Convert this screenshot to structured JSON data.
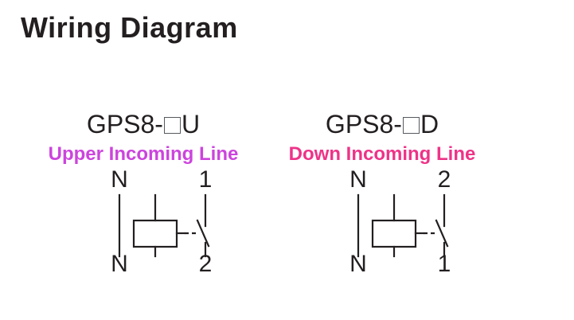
{
  "page": {
    "title": "Wiring Diagram",
    "background_color": "#ffffff",
    "text_color": "#231f20"
  },
  "colors": {
    "upper_label": "#cc44dd",
    "down_label": "#ee3388",
    "line": "#231f20"
  },
  "diagrams": [
    {
      "id": "upper",
      "model_prefix": "GPS8-",
      "model_placeholder": "□",
      "model_suffix": "U",
      "model_full": "GPS8-□U",
      "line_label": "Upper Incoming Line",
      "line_label_color": "#cc44dd",
      "terminals": {
        "top_left": "N",
        "top_right": "1",
        "bottom_left": "N",
        "bottom_right": "2"
      },
      "symbols": [
        "neutral-wire",
        "coil-rectangle",
        "dashed-mechanical-link",
        "switch-contact"
      ]
    },
    {
      "id": "down",
      "model_prefix": "GPS8-",
      "model_placeholder": "□",
      "model_suffix": "D",
      "model_full": "GPS8-□D",
      "line_label": "Down Incoming Line",
      "line_label_color": "#ee3388",
      "terminals": {
        "top_left": "N",
        "top_right": "2",
        "bottom_left": "N",
        "bottom_right": "1"
      },
      "symbols": [
        "neutral-wire",
        "coil-rectangle",
        "dashed-mechanical-link",
        "switch-contact"
      ]
    }
  ]
}
